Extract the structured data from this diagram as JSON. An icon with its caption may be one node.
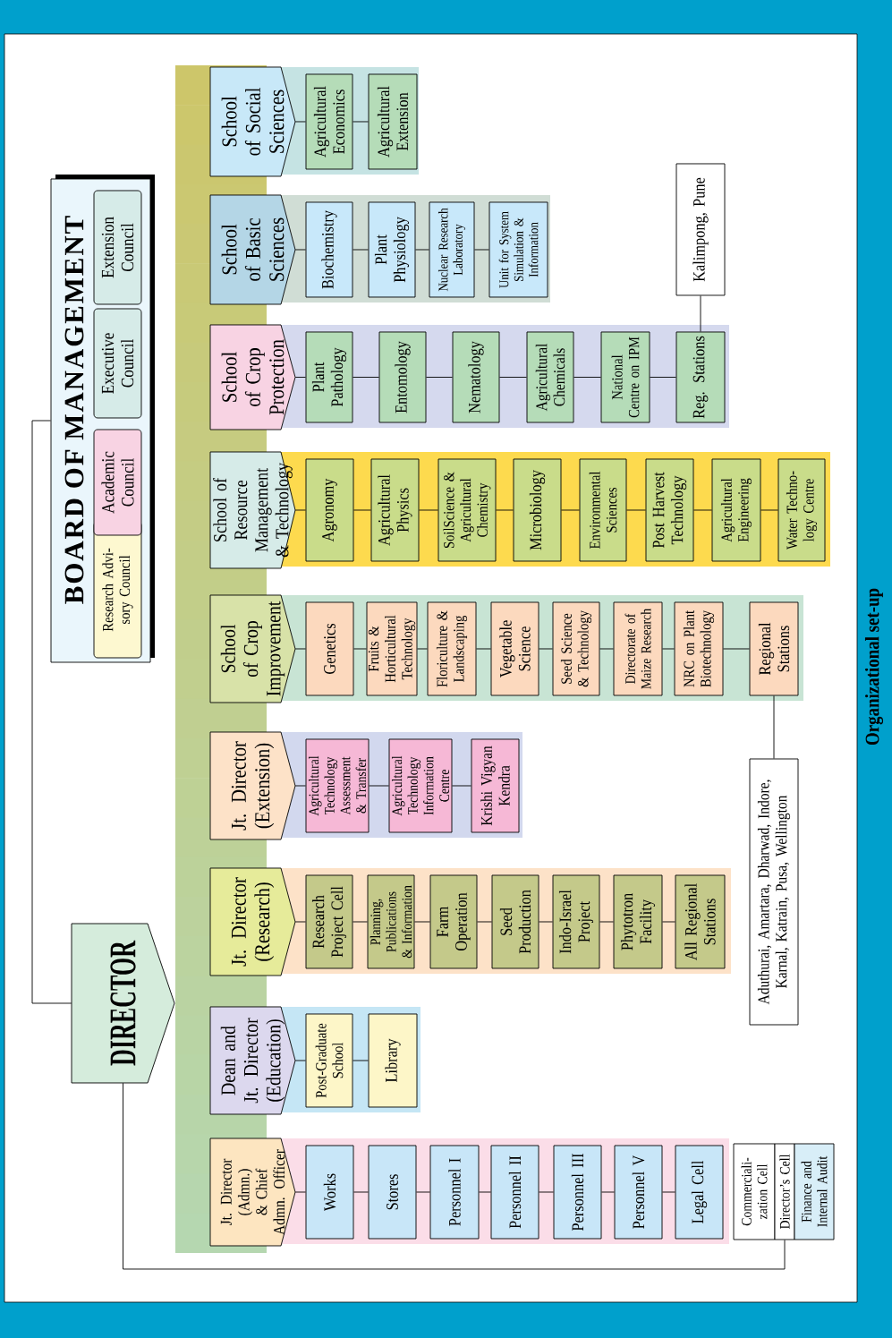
{
  "diagram": {
    "caption": "Organizational set-up",
    "nodes": [
      {
        "text": [
          "DIRECTOR"
        ]
      },
      {
        "text": [
          "BOARD OF MANAGEMENT"
        ]
      },
      {
        "text": [
          "Research Advi-sory Council"
        ],
        "in": 1
      },
      {
        "text": [
          "Academic Council"
        ],
        "in": 1
      },
      {
        "text": [
          "Executive Council"
        ],
        "in": 1
      },
      {
        "text": [
          "Extension Council"
        ],
        "in": 1
      },
      {
        "text": [
          "Jt. Director (Admn.) & Chief Admn. Officer"
        ]
      },
      {
        "text": [
          "Works"
        ]
      },
      {
        "text": [
          "Stores"
        ]
      },
      {
        "text": [
          "Personnel I"
        ]
      },
      {
        "text": [
          "Personnel II"
        ]
      },
      {
        "text": [
          "Personnel III"
        ]
      },
      {
        "text": [
          "Personnel V"
        ]
      },
      {
        "text": [
          "Legal Cell"
        ]
      },
      {
        "text": [
          "Commerciali-zation Cell"
        ]
      },
      {
        "text": [
          "Director’s Cell"
        ]
      },
      {
        "text": [
          "Finance and Internal Audit"
        ]
      },
      {
        "text": [
          "Dean and Jt. Director (Education)"
        ]
      },
      {
        "text": [
          "Post-Graduate School"
        ]
      },
      {
        "text": [
          "Library"
        ]
      },
      {
        "text": [
          "Jt. Director (Research)"
        ]
      },
      {
        "text": [
          "Research Project Cell"
        ]
      },
      {
        "text": [
          "Planning, Publications & Information"
        ]
      },
      {
        "text": [
          "Farm Operation"
        ]
      },
      {
        "text": [
          "Seed Production"
        ]
      },
      {
        "text": [
          "Indo-Israel Project"
        ]
      },
      {
        "text": [
          "Phytotron Facility"
        ]
      },
      {
        "text": [
          "All Regional Stations"
        ]
      },
      {
        "text": [
          "Jt. Director (Extension)"
        ]
      },
      {
        "text": [
          "Agricultural Technology Assessment & Transfer"
        ]
      },
      {
        "text": [
          "Agricultural Technology Information Centre"
        ]
      },
      {
        "text": [
          "Krishi Vigyan Kendra"
        ]
      },
      {
        "text": [
          "School of Crop Improvement"
        ]
      },
      {
        "text": [
          "Genetics"
        ]
      },
      {
        "text": [
          "Fruits & Horticultural Technology"
        ]
      },
      {
        "text": [
          "Floriculture & Landscaping"
        ]
      },
      {
        "text": [
          "Vegetable Science"
        ]
      },
      {
        "text": [
          "Seed Science & Technology"
        ]
      },
      {
        "text": [
          "Directorate of Maize Research"
        ]
      },
      {
        "text": [
          "NRC on Plant Biotechnology"
        ]
      },
      {
        "text": [
          "Regional Stations"
        ]
      },
      {
        "text": [
          "Aduthurai, Amartara, Dharwad, Indore, Karnal, Katrain, Pusa, Wellington"
        ]
      },
      {
        "text": [
          "School of Resource Management & Technology"
        ]
      },
      {
        "text": [
          "Agronomy"
        ]
      },
      {
        "text": [
          "Agricultural Physics"
        ]
      },
      {
        "text": [
          "SoilScience & Agricultural Chemistry"
        ]
      },
      {
        "text": [
          "Microbiology"
        ]
      },
      {
        "text": [
          "Environmental Sciences"
        ]
      },
      {
        "text": [
          "Post Harvest Technology"
        ]
      },
      {
        "text": [
          "Agricultural Engineering"
        ]
      },
      {
        "text": [
          "Water Techno-logy Centre"
        ]
      },
      {
        "text": [
          "School of Crop Protection"
        ]
      },
      {
        "text": [
          "Plant Pathology"
        ]
      },
      {
        "text": [
          "Entomology"
        ]
      },
      {
        "text": [
          "Nematology"
        ]
      },
      {
        "text": [
          "Agricultural Chemicals"
        ]
      },
      {
        "text": [
          "National Centre on IPM"
        ]
      },
      {
        "text": [
          "Reg. Stations"
        ]
      },
      {
        "text": [
          "Kalimpong, Pune"
        ]
      },
      {
        "text": [
          "School of Basic Sciences"
        ]
      },
      {
        "text": [
          "Biochemistry"
        ]
      },
      {
        "text": [
          "Plant Physiology"
        ]
      },
      {
        "text": [
          "Nuclear Research Laboratory"
        ]
      },
      {
        "text": [
          "Unit for System Simulation & Information"
        ]
      },
      {
        "text": [
          "School of Social Sciences"
        ]
      },
      {
        "text": [
          "Agricultural Economics"
        ]
      },
      {
        "text": [
          "Agricultural Extension"
        ]
      }
    ],
    "edges": [
      {
        "from": 0,
        "to": 1,
        "arrow": "none"
      },
      {
        "from": 0,
        "to": 15,
        "arrow": "none"
      },
      {
        "from": 6,
        "to": 7,
        "arrow": "none"
      },
      {
        "from": 7,
        "to": 8,
        "arrow": "none"
      },
      {
        "from": 8,
        "to": 9,
        "arrow": "none"
      },
      {
        "from": 9,
        "to": 10,
        "arrow": "none"
      },
      {
        "from": 10,
        "to": 11,
        "arrow": "none"
      },
      {
        "from": 11,
        "to": 12,
        "arrow": "none"
      },
      {
        "from": 12,
        "to": 13,
        "arrow": "none"
      },
      {
        "from": 17,
        "to": 18,
        "arrow": "none"
      },
      {
        "from": 18,
        "to": 19,
        "arrow": "none"
      },
      {
        "from": 20,
        "to": 21,
        "arrow": "none"
      },
      {
        "from": 21,
        "to": 22,
        "arrow": "none"
      },
      {
        "from": 22,
        "to": 23,
        "arrow": "none"
      },
      {
        "from": 23,
        "to": 24,
        "arrow": "none"
      },
      {
        "from": 24,
        "to": 25,
        "arrow": "none"
      },
      {
        "from": 25,
        "to": 26,
        "arrow": "none"
      },
      {
        "from": 26,
        "to": 27,
        "arrow": "none"
      },
      {
        "from": 28,
        "to": 29,
        "arrow": "none"
      },
      {
        "from": 29,
        "to": 30,
        "arrow": "none"
      },
      {
        "from": 30,
        "to": 31,
        "arrow": "none"
      },
      {
        "from": 32,
        "to": 33,
        "arrow": "none"
      },
      {
        "from": 33,
        "to": 34,
        "arrow": "none"
      },
      {
        "from": 34,
        "to": 35,
        "arrow": "none"
      },
      {
        "from": 35,
        "to": 36,
        "arrow": "none"
      },
      {
        "from": 36,
        "to": 37,
        "arrow": "none"
      },
      {
        "from": 37,
        "to": 38,
        "arrow": "none"
      },
      {
        "from": 38,
        "to": 39,
        "arrow": "none"
      },
      {
        "from": 39,
        "to": 40,
        "arrow": "none"
      },
      {
        "from": 40,
        "to": 41,
        "arrow": "none"
      },
      {
        "from": 42,
        "to": 43,
        "arrow": "none"
      },
      {
        "from": 43,
        "to": 44,
        "arrow": "none"
      },
      {
        "from": 44,
        "to": 45,
        "arrow": "none"
      },
      {
        "from": 45,
        "to": 46,
        "arrow": "none"
      },
      {
        "from": 46,
        "to": 47,
        "arrow": "none"
      },
      {
        "from": 47,
        "to": 48,
        "arrow": "none"
      },
      {
        "from": 48,
        "to": 49,
        "arrow": "none"
      },
      {
        "from": 49,
        "to": 50,
        "arrow": "none"
      },
      {
        "from": 51,
        "to": 52,
        "arrow": "none"
      },
      {
        "from": 52,
        "to": 53,
        "arrow": "none"
      },
      {
        "from": 53,
        "to": 54,
        "arrow": "none"
      },
      {
        "from": 54,
        "to": 55,
        "arrow": "none"
      },
      {
        "from": 55,
        "to": 56,
        "arrow": "none"
      },
      {
        "from": 56,
        "to": 57,
        "arrow": "none"
      },
      {
        "from": 57,
        "to": 58,
        "arrow": "none"
      },
      {
        "from": 59,
        "to": 60,
        "arrow": "none"
      },
      {
        "from": 60,
        "to": 61,
        "arrow": "none"
      },
      {
        "from": 61,
        "to": 62,
        "arrow": "none"
      },
      {
        "from": 62,
        "to": 63,
        "arrow": "none"
      },
      {
        "from": 64,
        "to": 65,
        "arrow": "none"
      },
      {
        "from": 65,
        "to": 66,
        "arrow": "none"
      }
    ]
  }
}
